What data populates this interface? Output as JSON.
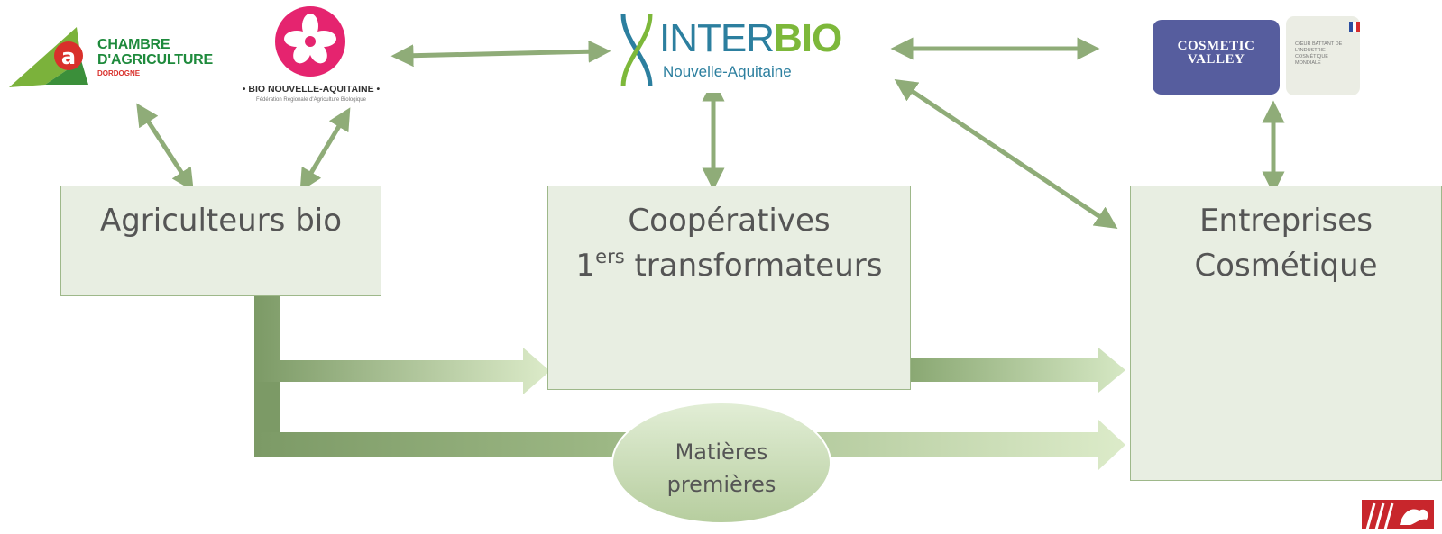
{
  "diagram": {
    "boxes": {
      "agriculteurs": "Agriculteurs bio",
      "cooperatives_line1": "Coopératives",
      "cooperatives_prefix": "1",
      "cooperatives_sup": "ers",
      "cooperatives_line2": " transformateurs",
      "entreprises_line1": "Entreprises",
      "entreprises_line2": "Cosmétique"
    },
    "ellipse": {
      "line1": "Matières",
      "line2": "premières"
    }
  },
  "logos": {
    "chambre": {
      "line1": "CHAMBRE",
      "line2": "D'AGRICULTURE",
      "line3": "DORDOGNE"
    },
    "bio": {
      "line1": "• BIO NOUVELLE-AQUITAINE •",
      "line2": "Fédération Régionale d'Agriculture Biologique"
    },
    "interbio": {
      "name_part1": "INTER",
      "name_part2": "BIO",
      "subtitle": "Nouvelle-Aquitaine"
    },
    "cosmetic_valley": {
      "line1": "COSMETIC",
      "line2": "VALLEY"
    },
    "coeur_battant": {
      "text": "CŒUR BATTANT DE L'INDUSTRIE COSMÉTIQUE MONDIALE"
    }
  },
  "colors": {
    "box_fill": "#e8eee2",
    "box_border": "#9eb88a",
    "arrow_green": "#8fac78",
    "flow_dark": "#7c9a66",
    "flow_light": "#dcebc9",
    "text_gray": "#555555"
  }
}
